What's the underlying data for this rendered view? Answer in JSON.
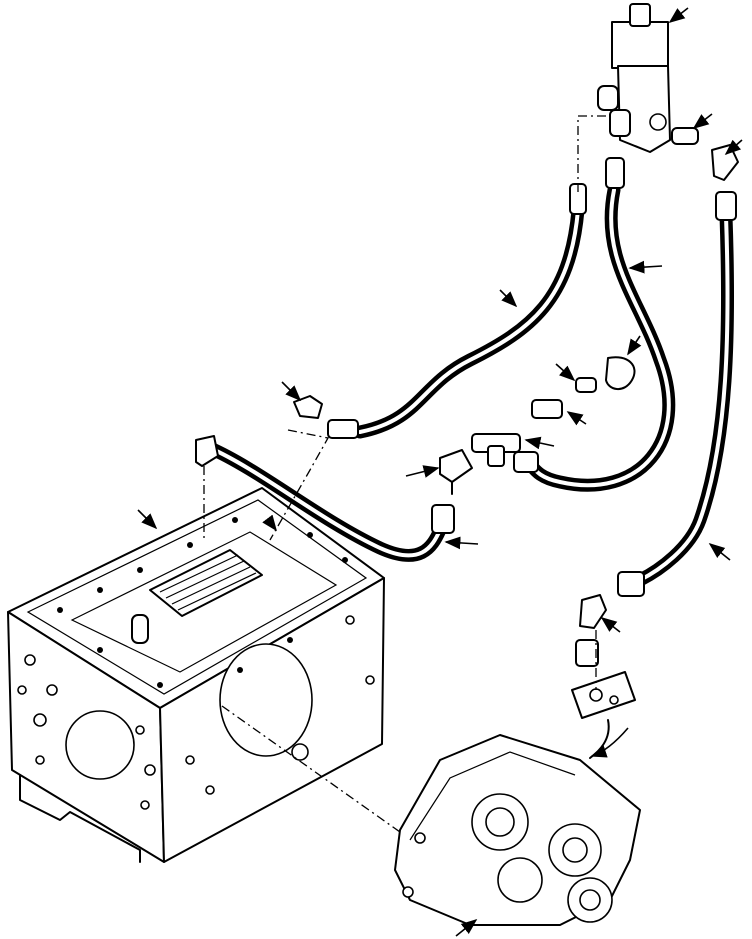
{
  "figure": {
    "description_visible_text": "",
    "callout_arrow_count": 18
  },
  "colors": {
    "ink": "#000000",
    "paper": "#ffffff"
  },
  "parts": [
    {
      "name": "control-valve-top"
    },
    {
      "name": "elbow-fitting-right"
    },
    {
      "name": "adapter-fitting-right"
    },
    {
      "name": "hose-vertical"
    },
    {
      "name": "hose-center"
    },
    {
      "name": "hose-long-right"
    },
    {
      "name": "clip-bracket"
    },
    {
      "name": "adapter-small"
    },
    {
      "name": "adapter-medium"
    },
    {
      "name": "tee-fitting"
    },
    {
      "name": "elbow-fitting-left"
    },
    {
      "name": "block-fitting"
    },
    {
      "name": "hose-lower-left"
    },
    {
      "name": "transmission-housing"
    },
    {
      "name": "pump-elbow"
    },
    {
      "name": "pump-assembly"
    }
  ]
}
